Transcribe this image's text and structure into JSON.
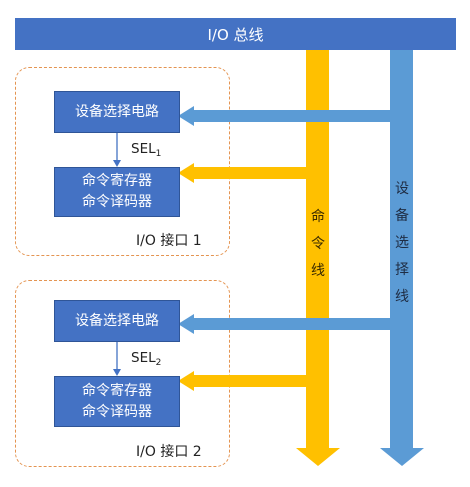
{
  "bus": {
    "label": "I/O 总线"
  },
  "command_line": {
    "chars": [
      "命",
      "令",
      "线"
    ]
  },
  "device_select_line": {
    "chars": [
      "设",
      "备",
      "选",
      "择",
      "线"
    ]
  },
  "interfaces": [
    {
      "label": "I/O 接口 1",
      "select_box": "设备选择电路",
      "sel_main": "SEL",
      "sel_sub": "1",
      "cmd_box_line1": "命令寄存器",
      "cmd_box_line2": "命令译码器"
    },
    {
      "label": "I/O 接口 2",
      "select_box": "设备选择电路",
      "sel_main": "SEL",
      "sel_sub": "2",
      "cmd_box_line1": "命令寄存器",
      "cmd_box_line2": "命令译码器"
    }
  ],
  "colors": {
    "bus": "#4472c4",
    "command_line": "#ffc000",
    "device_select_line": "#5b9bd5",
    "interface_border": "#e49451"
  }
}
